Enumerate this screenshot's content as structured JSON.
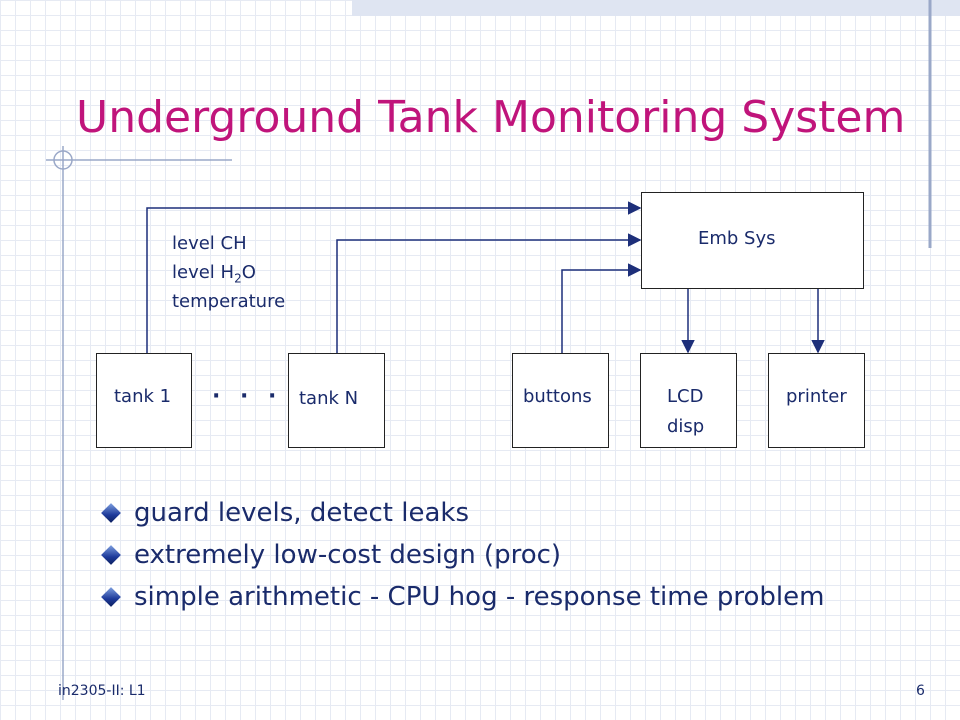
{
  "slide": {
    "title": "Underground Tank Monitoring System",
    "footer_left": "in2305-II: L1",
    "page_number": "6"
  },
  "diagram": {
    "emb_sys": "Emb Sys",
    "signals": {
      "line1": "level CH",
      "line2_prefix": "level H",
      "line2_sub": "2",
      "line2_suffix": "O",
      "line3": "temperature"
    },
    "tank1": "tank 1",
    "ellipsis": "· · ·",
    "tankN": "tank N",
    "buttons": "buttons",
    "lcd_line1": "LCD",
    "lcd_line2": "disp",
    "printer": "printer"
  },
  "bullets": [
    "guard levels, detect leaks",
    "extremely low-cost design (proc)",
    "simple arithmetic - CPU hog - response time problem"
  ]
}
